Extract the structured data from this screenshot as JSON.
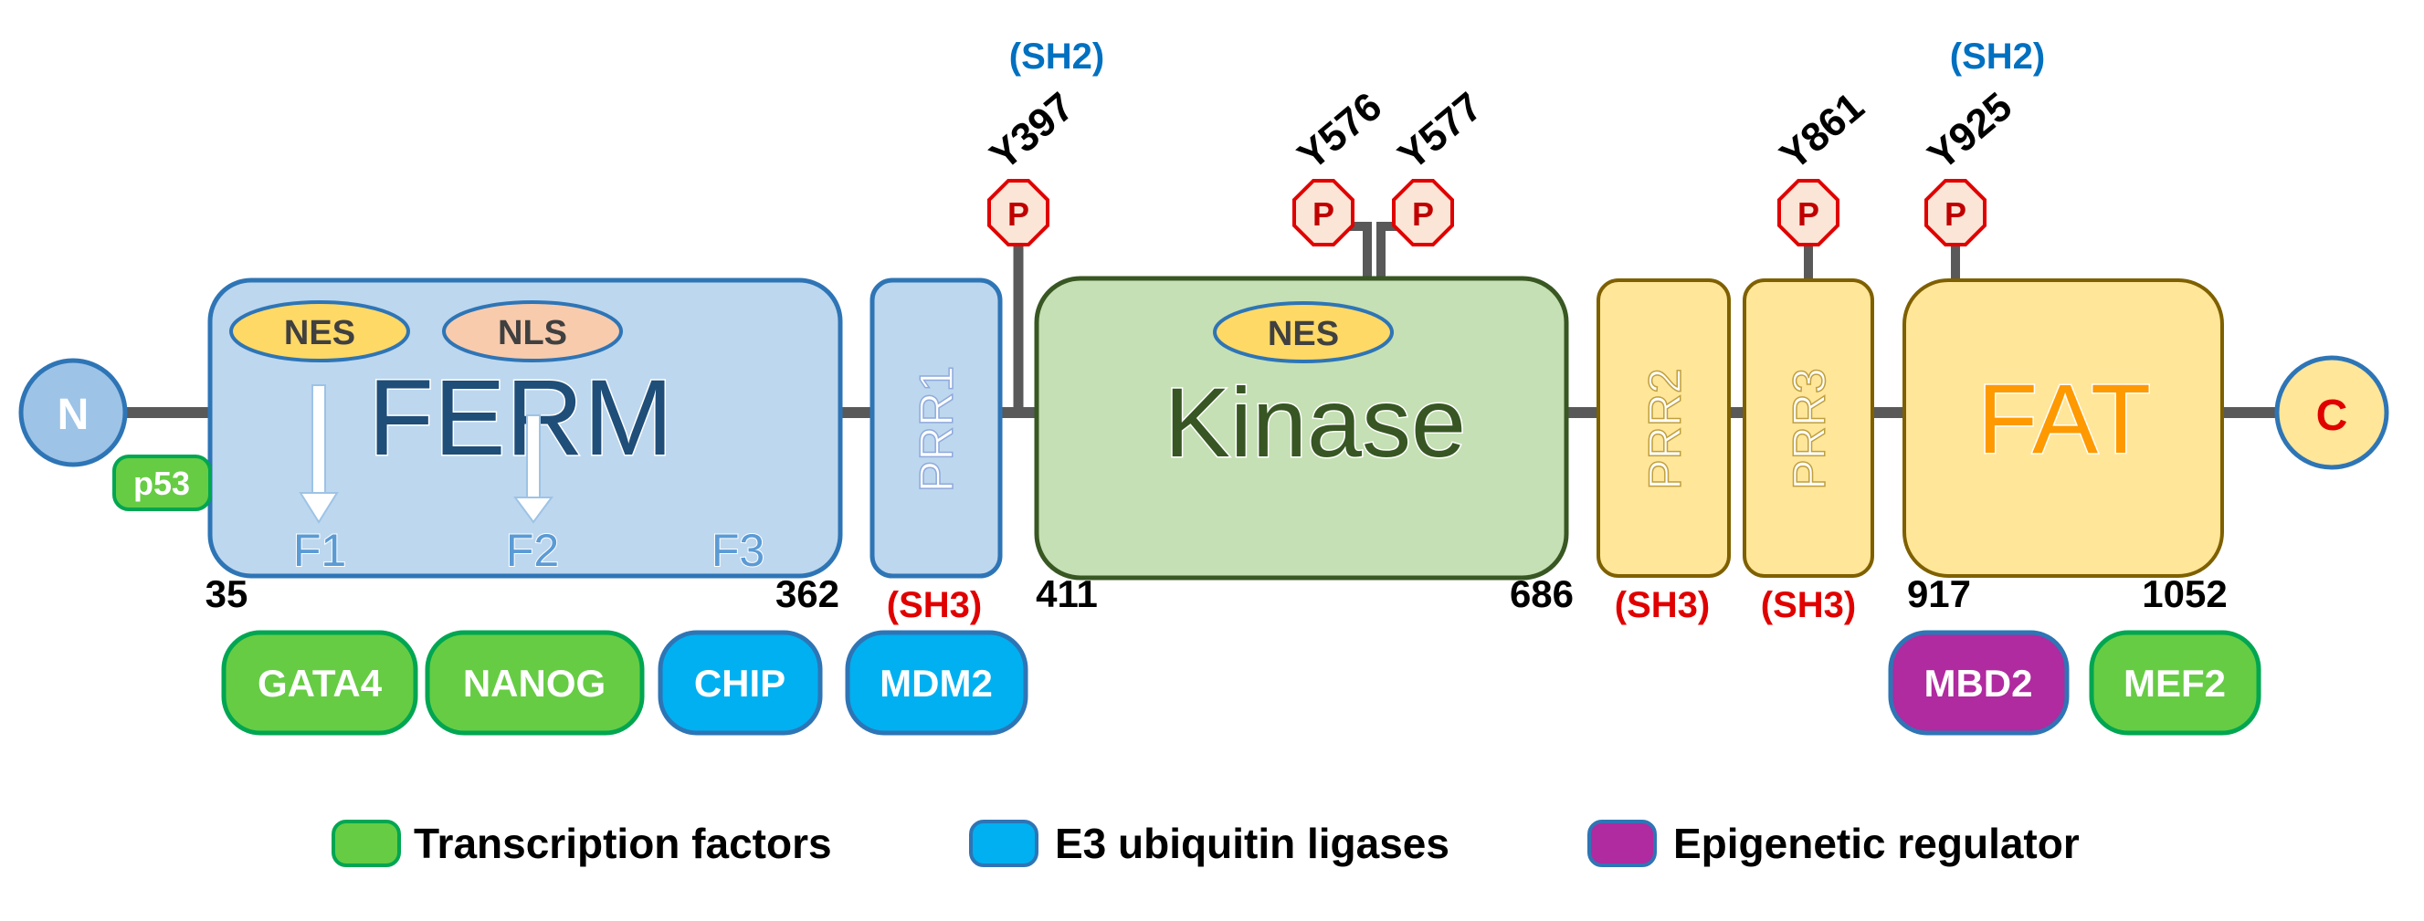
{
  "termini": {
    "n": {
      "label": "N",
      "fill": "#9DC3E6",
      "stroke": "#2E75B6",
      "text_color": "#ffffff"
    },
    "c": {
      "label": "C",
      "fill": "#FFE699",
      "stroke": "#2E75B6",
      "text_color": "#E00000"
    }
  },
  "domains": {
    "ferm": {
      "label": "FERM",
      "fill": "#BDD7EE",
      "stroke": "#2E75B6",
      "text_color": "#1F4E79",
      "start": "35",
      "end": "362"
    },
    "prr1": {
      "label": "PRR1",
      "fill": "#BDD7EE",
      "stroke": "#2E75B6",
      "text_color": "#ffffff"
    },
    "kinase": {
      "label": "Kinase",
      "fill": "#C5E0B4",
      "stroke": "#385723",
      "text_color": "#375623",
      "start": "411",
      "end": "686"
    },
    "prr2": {
      "label": "PRR2",
      "fill": "#FFE699",
      "stroke": "#7F6000",
      "text_color": "#ffffff"
    },
    "prr3": {
      "label": "PRR3",
      "fill": "#FFE699",
      "stroke": "#7F6000",
      "text_color": "#ffffff"
    },
    "fat": {
      "label": "FAT",
      "fill": "#FFE699",
      "stroke": "#7F6000",
      "text_color": "#FF9900",
      "start": "917",
      "end": "1052"
    }
  },
  "signals": {
    "nes_ferm": "NES",
    "nls_ferm": "NLS",
    "nes_kinase": "NES"
  },
  "subdomains": [
    "F1",
    "F2",
    "F3"
  ],
  "sh3_labels": {
    "prr1": "(SH3)",
    "prr2": "(SH3)",
    "prr3": "(SH3)"
  },
  "sh2_labels": {
    "y397": "(SH2)",
    "y925": "(SH2)"
  },
  "phospho": {
    "badge": "P",
    "sites": [
      "Y397",
      "Y576",
      "Y577",
      "Y861",
      "Y925"
    ]
  },
  "partners": {
    "p53": "p53",
    "gata4": "GATA4",
    "nanog": "NANOG",
    "chip": "CHIP",
    "mdm2": "MDM2",
    "mbd2": "MBD2",
    "mef2": "MEF2"
  },
  "legend": {
    "transcription": "Transcription factors",
    "e3": "E3 ubiquitin ligases",
    "epigenetic": "Epigenetic regulator"
  },
  "colors": {
    "transcription_factor": "#66CC44",
    "transcription_factor_stroke": "#00A651",
    "e3_ligase": "#00B0F0",
    "e3_ligase_stroke": "#2E75B6",
    "epigenetic": "#B02AA0",
    "epigenetic_stroke": "#2E75B6",
    "sh2_text": "#0070C0",
    "sh3_text": "#E00000",
    "phospho_fill": "#FBE5D6",
    "phospho_stroke": "#E00000",
    "backbone": "#595959"
  }
}
